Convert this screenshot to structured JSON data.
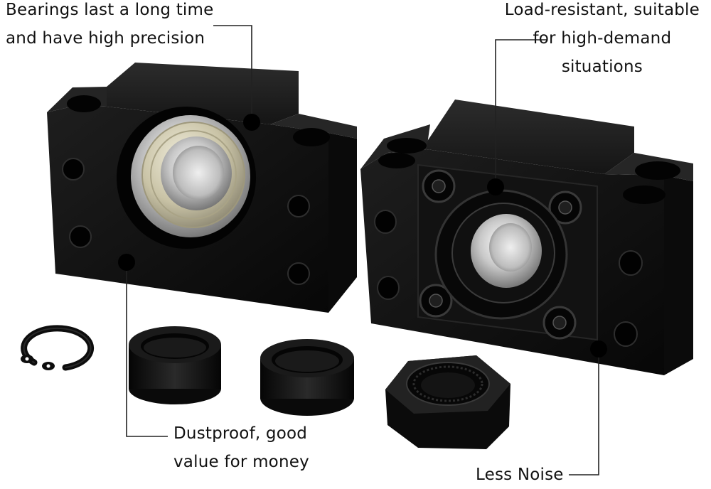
{
  "callouts": {
    "bearings": {
      "line1": "Bearings last a long time",
      "line2": "and have high precision"
    },
    "load": {
      "line1": "Load-resistant, suitable",
      "line2": "for high-demand",
      "line3": "situations"
    },
    "dustproof": {
      "line1": "Dustproof, good",
      "line2": "value for money"
    },
    "noise": {
      "line1": "Less Noise"
    }
  },
  "colors": {
    "block": "#151515",
    "callout_dot": "#000000",
    "leader_line": "#222222",
    "bearing_shield": "#c9c3a6"
  }
}
